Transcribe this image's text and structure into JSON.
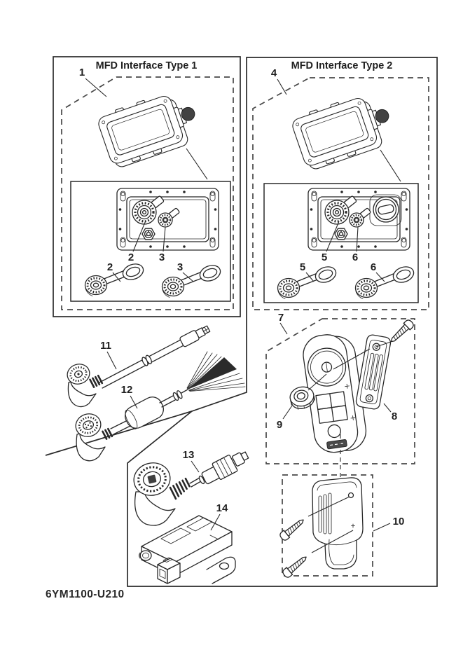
{
  "diagram": {
    "code": "6YM1100-U210",
    "colors": {
      "background": "#ffffff",
      "line": "#272727",
      "dashed_boundary": "#474747"
    },
    "sections": {
      "type1": {
        "title": "MFD Interface Type 1",
        "kit_callout": "1"
      },
      "type2": {
        "title": "MFD Interface Type 2",
        "kit_callout": "4"
      }
    },
    "callouts": {
      "c1": "1",
      "c2": "2",
      "c3": "3",
      "c4": "4",
      "c5": "5",
      "c6": "6",
      "c7": "7",
      "c8": "8",
      "c9": "9",
      "c10": "10",
      "c11": "11",
      "c12": "12",
      "c13": "13",
      "c14": "14"
    }
  }
}
